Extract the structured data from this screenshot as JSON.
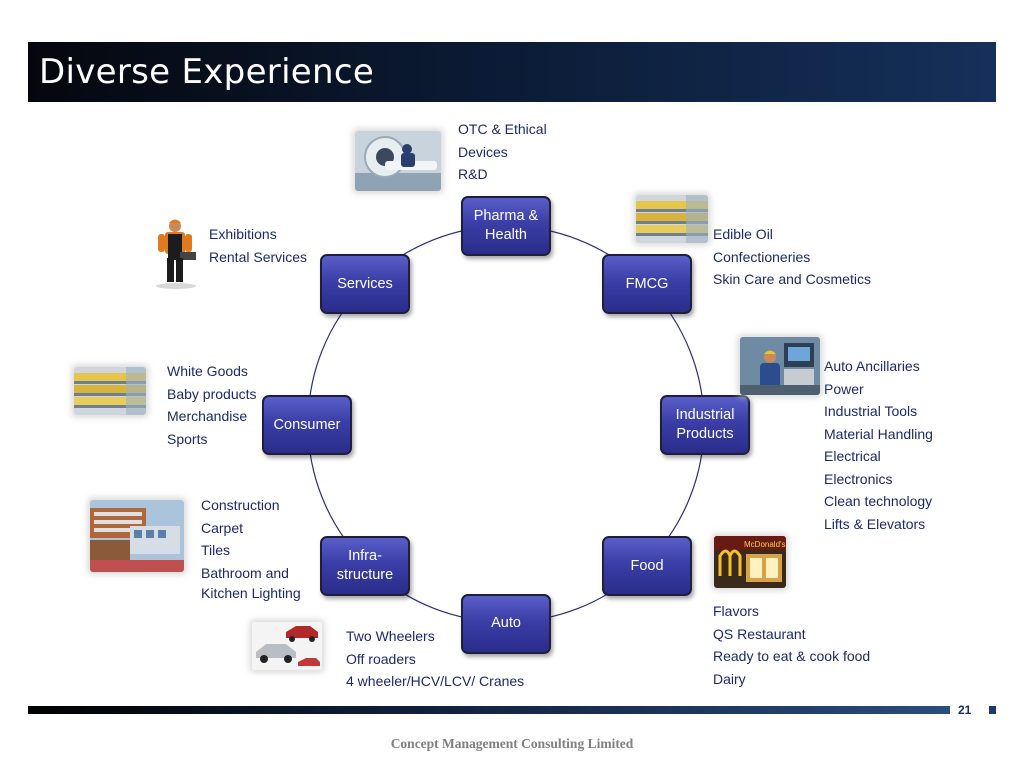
{
  "title": "Diverse Experience",
  "nodes": {
    "pharma": "Pharma &\nHealth",
    "fmcg": "FMCG",
    "industrial": "Industrial\nProducts",
    "food": "Food",
    "auto": "Auto",
    "infra": "Infra-\nstructure",
    "consumer": "Consumer",
    "services": "Services"
  },
  "lists": {
    "pharma": [
      "OTC & Ethical",
      "Devices",
      "R&D"
    ],
    "fmcg": [
      "Edible Oil",
      "Confectioneries",
      "Skin Care and Cosmetics"
    ],
    "industrial": [
      "Auto Ancillaries",
      "Power",
      "Industrial  Tools",
      "Material Handling",
      "Electrical",
      "Electronics",
      "Clean technology",
      "Lifts & Elevators"
    ],
    "food": [
      "Flavors",
      "QS Restaurant",
      "Ready to eat & cook food",
      "Dairy"
    ],
    "auto": [
      "Two Wheelers",
      "Off roaders",
      "4 wheeler/HCV/LCV/ Cranes"
    ],
    "infra": [
      "Construction",
      "Carpet",
      "Tiles",
      "Bathroom and",
      "Kitchen Lighting"
    ],
    "consumer": [
      "White Goods",
      "Baby products",
      "Merchandise",
      "Sports"
    ],
    "services": [
      "Exhibitions",
      "Rental Services"
    ]
  },
  "photo_mcdonalds_sign": "McDonald's",
  "page_number": "21",
  "company": "Concept Management Consulting Limited",
  "colors": {
    "node_fill": "#3a3ea6",
    "node_border": "#1f1f3a",
    "ring": "#2a2f7a",
    "list_text": "#1c2a6b",
    "title_bar": "#0b1a33"
  }
}
